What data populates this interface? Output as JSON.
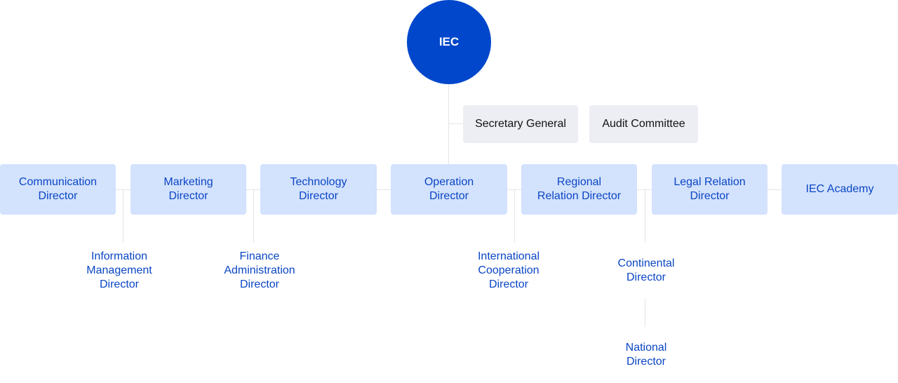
{
  "root": {
    "label": "IEC",
    "color": "#0047cc"
  },
  "staff": [
    {
      "label": "Secretary General"
    },
    {
      "label": "Audit Committee"
    }
  ],
  "directors": [
    {
      "label": "Communication\nDirector"
    },
    {
      "label": "Marketing\nDirector"
    },
    {
      "label": "Technology\nDirector"
    },
    {
      "label": "Operation\nDirector"
    },
    {
      "label": "Regional\nRelation Director"
    },
    {
      "label": "Legal Relation\nDirector"
    },
    {
      "label": "IEC Academy"
    }
  ],
  "sub_directors": [
    {
      "label": "Information\nManagement\nDirector"
    },
    {
      "label": "Finance\nAdministration\nDirector"
    },
    {
      "label": "International\nCooperation\nDirector"
    },
    {
      "label": "Continental\nDirector"
    },
    {
      "label": "National\nDirector"
    }
  ]
}
